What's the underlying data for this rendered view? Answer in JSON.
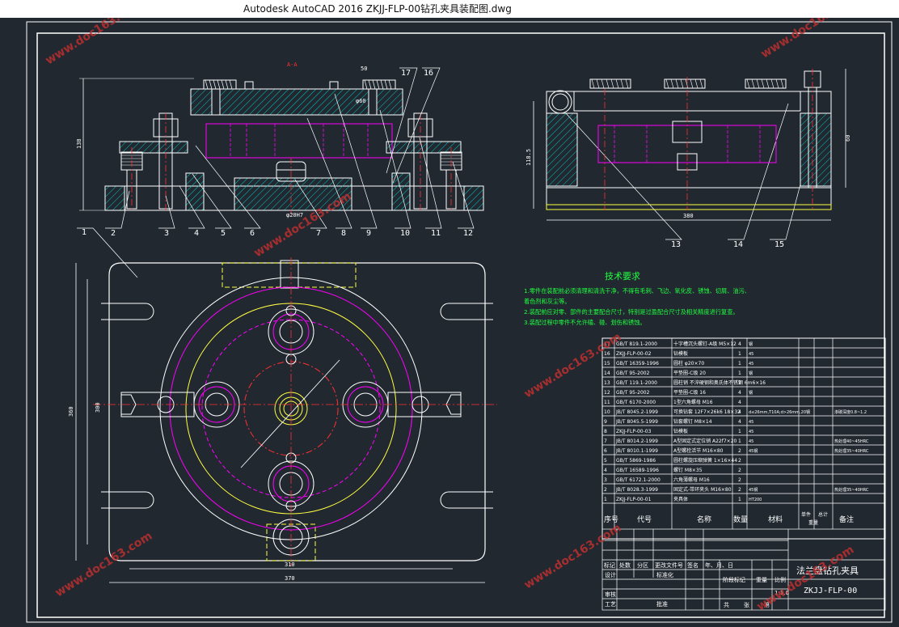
{
  "window": {
    "title": "Autodesk AutoCAD 2016    ZKJJ-FLP-00钻孔夹具装配图.dwg"
  },
  "watermark": "www.doc163.com",
  "balloons": [
    "1",
    "2",
    "3",
    "4",
    "5",
    "6",
    "7",
    "8",
    "9",
    "10",
    "11",
    "12",
    "13",
    "14",
    "15",
    "16",
    "17"
  ],
  "section_label": "A-A",
  "dims": {
    "height_left": "138",
    "side_height": "118.5",
    "side_width": "380",
    "side_right": "60",
    "top_w1": "50",
    "top_phi": "φ60",
    "bottom_phi": "φ20H7",
    "plan_w_inner": "310",
    "plan_w_outer": "370",
    "plan_h_outer": "360",
    "plan_h_inner": "300"
  },
  "tech": {
    "title": "技术要求",
    "lines": [
      "1.零件在装配前必须清理和清洗干净，不得有毛刺、飞边、氧化皮、锈蚀、切屑、油污、",
      "着色剂和灰尘等。",
      "2.装配前应对零、部件的主要配合尺寸，特别是过盈配合尺寸及相关精度进行复查。",
      "3.装配过程中零件不允许磕、碰、划伤和锈蚀。"
    ]
  },
  "bom": {
    "header": {
      "no": "序号",
      "code": "代号",
      "name": "名称",
      "qty": "数量",
      "material": "材料",
      "unit": "单件",
      "total": "总计",
      "weight": "重量",
      "remark": "备注"
    },
    "rows": [
      {
        "no": "17",
        "code": "GB/T 819.1-2000",
        "name": "十字槽沉头螺钉-A级 M5×12",
        "qty": "4",
        "material": "钢",
        "remark": ""
      },
      {
        "no": "16",
        "code": "ZKJJ-FLP-00-02",
        "name": "钻模板",
        "qty": "1",
        "material": "45",
        "remark": ""
      },
      {
        "no": "15",
        "code": "GB/T 16359-1996",
        "name": "圆柱 φ20×70",
        "qty": "1",
        "material": "45",
        "remark": ""
      },
      {
        "no": "14",
        "code": "GB/T 95-2002",
        "name": "平垫圈-C级 20",
        "qty": "1",
        "material": "钢",
        "remark": ""
      },
      {
        "no": "13",
        "code": "GB/T 119.1-2000",
        "name": "圆柱销 不淬硬钢和奥氏体不锈钢 6m6×16",
        "qty": "2",
        "material": "",
        "remark": ""
      },
      {
        "no": "12",
        "code": "GB/T 95-2002",
        "name": "平垫圈-C级 16",
        "qty": "4",
        "material": "钢",
        "remark": ""
      },
      {
        "no": "11",
        "code": "GB/T 6170-2000",
        "name": "1型六角螺母 M16",
        "qty": "4",
        "material": "",
        "remark": ""
      },
      {
        "no": "10",
        "code": "JB/T 8045.2-1999",
        "name": "可换钻套 12F7×26k6 18×32",
        "qty": "4",
        "material": "d≤26mm,T10A;d>26mm,20钢",
        "remark": "渗碳深度0.8~1.2"
      },
      {
        "no": "9",
        "code": "JB/T 8045.5-1999",
        "name": "钻套螺钉 M8×14",
        "qty": "4",
        "material": "45",
        "remark": ""
      },
      {
        "no": "8",
        "code": "ZKJJ-FLP-00-03",
        "name": "钻模板",
        "qty": "1",
        "material": "45",
        "remark": ""
      },
      {
        "no": "7",
        "code": "JB/T 8014.2-1999",
        "name": "A型固定式定位销 A22f7×20",
        "qty": "1",
        "material": "45",
        "remark": "热处理40~45HRC"
      },
      {
        "no": "6",
        "code": "JB/T 8010.1-1999",
        "name": "A型螺栓活节 M16×80",
        "qty": "2",
        "material": "45钢",
        "remark": "热处理35~40HRC"
      },
      {
        "no": "5",
        "code": "GB/T 5869-1986",
        "name": "圆柱螺旋压缩弹簧 1×16×44",
        "qty": "2",
        "material": "",
        "remark": ""
      },
      {
        "no": "4",
        "code": "GB/T 16589-1996",
        "name": "螺钉 M8×35",
        "qty": "2",
        "material": "",
        "remark": ""
      },
      {
        "no": "3",
        "code": "GB/T 6172.1-2000",
        "name": "六角薄螺母 M16",
        "qty": "2",
        "material": "",
        "remark": ""
      },
      {
        "no": "2",
        "code": "JB/T 8028.3-1999",
        "name": "固定式-带环夹头 M16×80",
        "qty": "2",
        "material": "45钢",
        "remark": "热处理35~40HRC"
      },
      {
        "no": "1",
        "code": "ZKJJ-FLP-00-01",
        "name": "夹具体",
        "qty": "1",
        "material": "HT200",
        "remark": ""
      }
    ]
  },
  "title_block": {
    "drawing_name": "法兰盘钻孔夹具",
    "drawing_no": "ZKJJ-FLP-00",
    "labels": [
      "标记",
      "处数",
      "分区",
      "更改文件号",
      "签名",
      "年、月、日"
    ],
    "design": "设计",
    "standard": "标准化",
    "review": "审核",
    "process": "工艺",
    "approve": "批准",
    "stage": "阶段标记",
    "weight": "重量",
    "scale": "比例",
    "scale_val": "1:1.6",
    "sheet_total": "共",
    "sheet": "张",
    "sheet_no": "第"
  },
  "colors": {
    "background": "#212830",
    "line": "#ffffff",
    "hatch": "#00c8c8",
    "part": "#ff00ff",
    "center": "#ff3030",
    "yellow": "#ffff40",
    "green": "#20ff40",
    "watermark": "#c03030"
  }
}
